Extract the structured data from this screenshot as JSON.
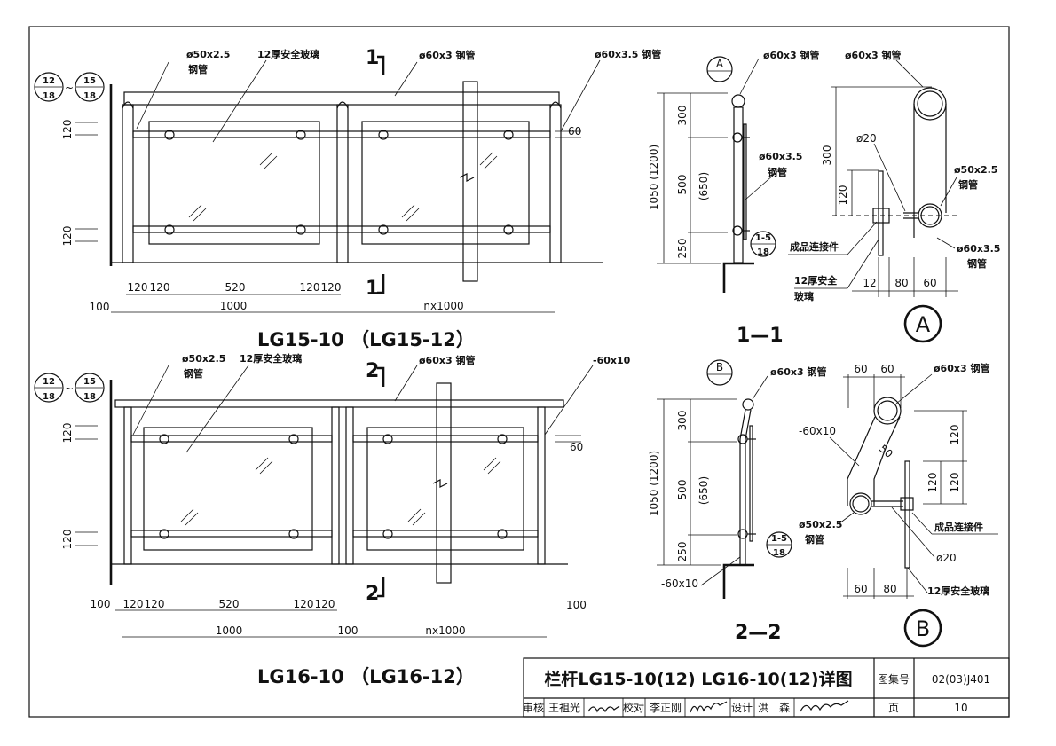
{
  "elev1": {
    "ref_top": "12",
    "ref_bot": "18",
    "ref_tilde": "~",
    "ref2_top": "15",
    "ref2_bot": "18",
    "pipe_small": "ø50x2.5",
    "pipe_small2": "钢管",
    "glass": "12厚安全玻璃",
    "pipe_top": "ø60x3 钢管",
    "pipe_post": "ø60x3.5 钢管",
    "cut_num": "1",
    "dim_120a": "120",
    "dim_120b": "120",
    "dim_60": "60",
    "dim_bottom": [
      "120",
      "120",
      "520",
      "120",
      "120"
    ],
    "dim_100": "100",
    "dim_1000": "1000",
    "dim_n": "nx1000",
    "title": "LG15-10 （LG15-12）"
  },
  "elev2": {
    "ref_top": "12",
    "ref_bot": "18",
    "ref_tilde": "~",
    "ref2_top": "15",
    "ref2_bot": "18",
    "pipe_small": "ø50x2.5",
    "pipe_small2": "钢管",
    "glass": "12厚安全玻璃",
    "pipe_top": "ø60x3 钢管",
    "flat": "-60x10",
    "cut_num": "2",
    "dim_120a": "120",
    "dim_120b": "120",
    "dim_60": "60",
    "dim_bottom": [
      "100",
      "120",
      "120",
      "520",
      "120",
      "120"
    ],
    "dim_100r": "100",
    "dim_1000": "1000",
    "dim_100m": "100",
    "dim_n": "nx1000",
    "title": "LG16-10 （LG16-12）"
  },
  "sec1": {
    "mark": "A",
    "pipe_top": "ø60x3 钢管",
    "pipe_post": "ø60x3.5",
    "pipe_post2": "钢管",
    "dims": [
      "300",
      "500",
      "250"
    ],
    "dim_650": "(650)",
    "dim_total": "1050 (1200)",
    "ref_top": "1-5",
    "ref_bot": "18",
    "title": "1—1"
  },
  "detA": {
    "pipe_top": "ø60x3 钢管",
    "rod": "ø20",
    "pipe_small": "ø50x2.5",
    "pipe_small2": "钢管",
    "dim_300": "300",
    "dim_120": "120",
    "connector": "成品连接件",
    "pipe_post": "ø60x3.5",
    "pipe_post2": "钢管",
    "glass": "12厚安全",
    "glass2": "玻璃",
    "dims": [
      "12",
      "80",
      "60"
    ],
    "mark": "A"
  },
  "sec2": {
    "mark": "B",
    "pipe_top": "ø60x3 钢管",
    "dims": [
      "300",
      "500",
      "250"
    ],
    "dim_650": "(650)",
    "dim_total": "1050 (1200)",
    "ref_top": "1-5",
    "ref_bot": "18",
    "flat": "-60x10",
    "title": "2—2"
  },
  "detB": {
    "dims_top": [
      "60",
      "60"
    ],
    "pipe_top": "ø60x3 钢管",
    "flat": "-60x10",
    "dim_50": "50",
    "dims_right": [
      "120",
      "120",
      "120"
    ],
    "pipe_small": "ø50x2.5",
    "pipe_small2": "钢管",
    "connector": "成品连接件",
    "rod": "ø20",
    "dims_bottom": [
      "60",
      "80"
    ],
    "glass": "12厚安全玻璃",
    "mark": "B"
  },
  "titleblock": {
    "title": "栏杆LG15-10(12) LG16-10(12)详图",
    "atlas_label": "图集号",
    "atlas_no": "02(03)J401",
    "review_label": "审核",
    "review_name": "王祖光",
    "check_label": "校对",
    "check_name": "李正刚",
    "design_label": "设计",
    "design_name": "洪　森",
    "page_label": "页",
    "page_no": "10"
  }
}
